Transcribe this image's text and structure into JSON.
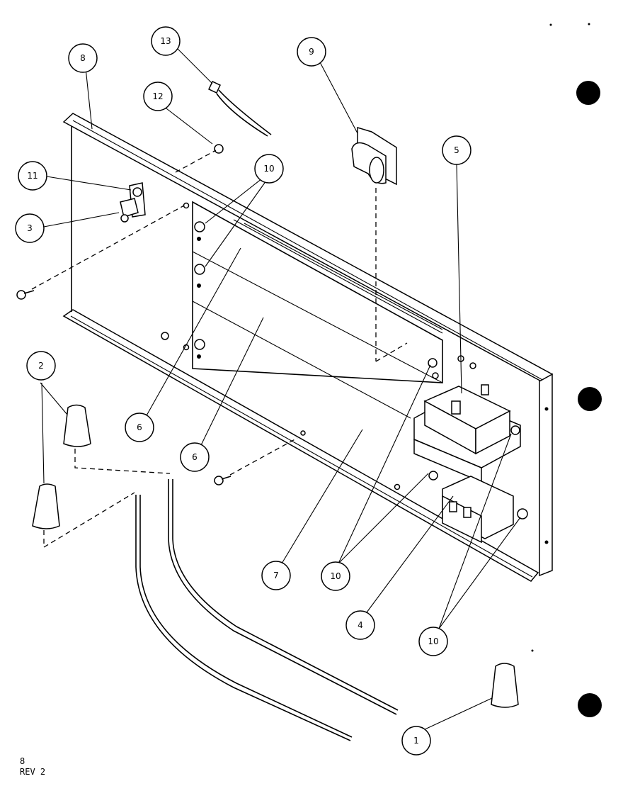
{
  "callouts": {
    "c13": "13",
    "c9": "9",
    "c8": "8",
    "c12": "12",
    "c10a": "10",
    "c11": "11",
    "c3": "3",
    "c5": "5",
    "c2": "2",
    "c6a": "6",
    "c6b": "6",
    "c7": "7",
    "c10b": "10",
    "c4": "4",
    "c10c": "10",
    "c1": "1"
  },
  "footer": {
    "sheet": "8",
    "revision": "REV 2"
  }
}
